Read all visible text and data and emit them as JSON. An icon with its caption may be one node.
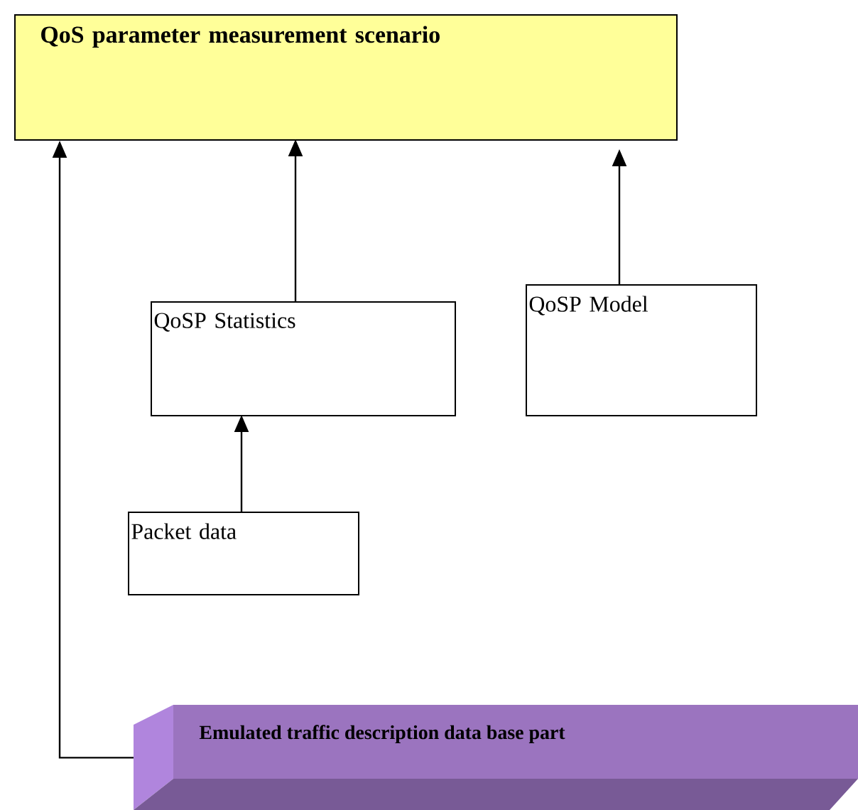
{
  "diagram": {
    "nodes": [
      {
        "text": [
          "QoS parameter measurement scenario"
        ]
      },
      {
        "text": [
          "QoSP Statistics"
        ]
      },
      {
        "text": [
          "QoSP Model"
        ]
      },
      {
        "text": [
          "Packet data"
        ]
      },
      {
        "text": [
          "Emulated traffic description data base part"
        ]
      }
    ],
    "edges": [
      {
        "from": 1,
        "to": 0,
        "arrow": "to"
      },
      {
        "from": 2,
        "to": 0,
        "arrow": "to"
      },
      {
        "from": 3,
        "to": 1,
        "arrow": "to"
      },
      {
        "from": 4,
        "to": 0,
        "arrow": "to"
      }
    ]
  }
}
